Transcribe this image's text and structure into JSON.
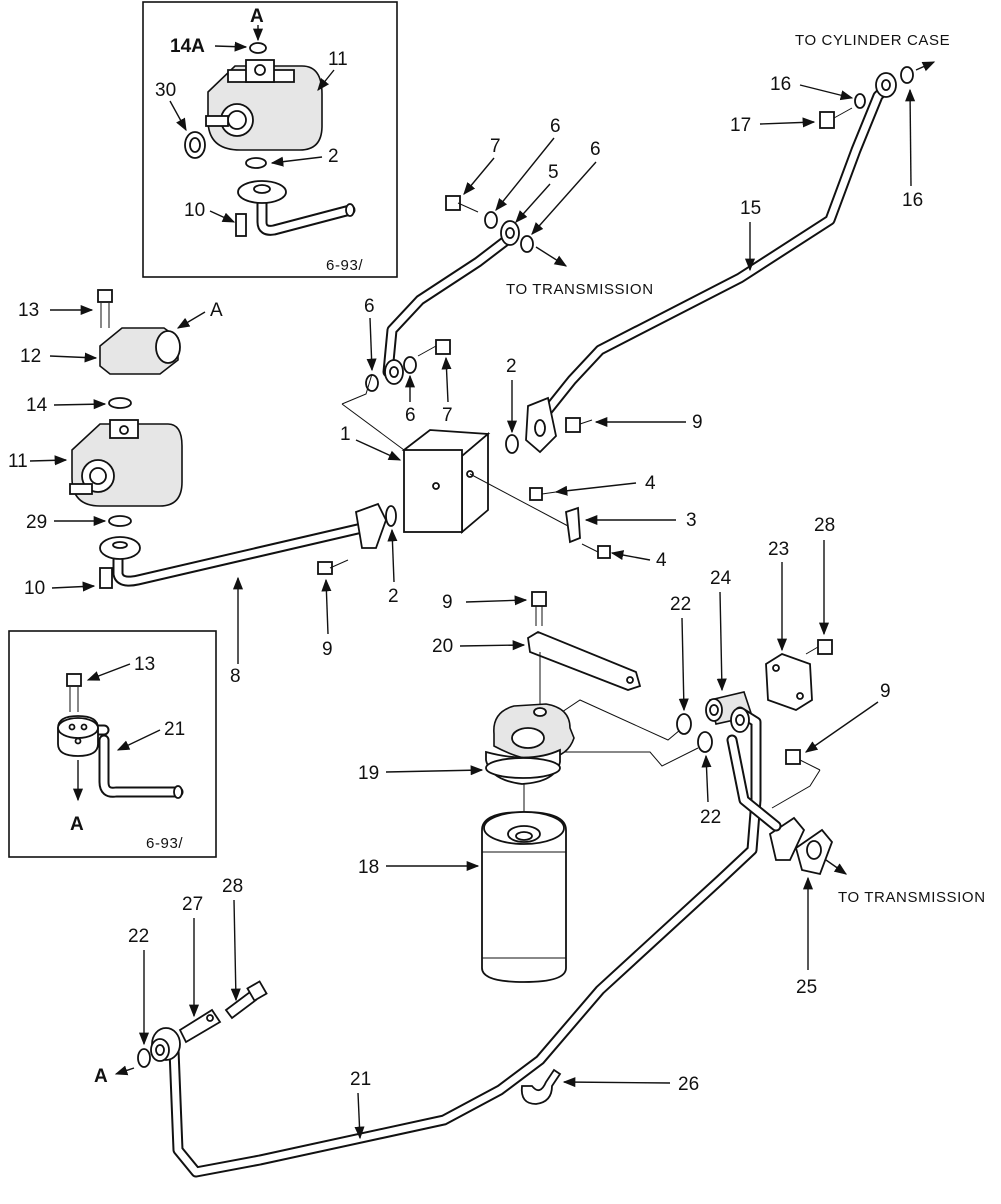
{
  "notes": {
    "to_cylinder_case": "TO CYLINDER CASE",
    "to_transmission_upper": "TO TRANSMISSION",
    "to_transmission_lower": "TO TRANSMISSION",
    "ref_upper_inset": "6-93/",
    "ref_lower_inset": "6-93/"
  },
  "callouts": {
    "a_top": "A",
    "n14a": "14A",
    "n11_inset": "11",
    "n30": "30",
    "n2_inset": "2",
    "n10_inset": "10",
    "n13_left": "13",
    "a_left": "A",
    "n12": "12",
    "n14": "14",
    "n11": "11",
    "n29": "29",
    "n10": "10",
    "n13_inset": "13",
    "n21_inset": "21",
    "a_inset": "A",
    "n7_top": "7",
    "n6_top_a": "6",
    "n5": "5",
    "n6_top_b": "6",
    "n6_mid_a": "6",
    "n6_mid_b": "6",
    "n7_mid": "7",
    "n16_top": "16",
    "n17": "17",
    "n16_right": "16",
    "n15": "15",
    "n2_right": "2",
    "n9_right": "9",
    "n1": "1",
    "n4_top": "4",
    "n3": "3",
    "n4_bot": "4",
    "n2_low": "2",
    "n9_left": "9",
    "n8": "8",
    "n9_mid": "9",
    "n20": "20",
    "n22_mid": "22",
    "n24": "24",
    "n23": "23",
    "n28_right": "28",
    "n9_low": "9",
    "n19": "19",
    "n22_low": "22",
    "n18": "18",
    "n25": "25",
    "n22_left": "22",
    "n27": "27",
    "n28_left": "28",
    "a_bottom": "A",
    "n21": "21",
    "n26": "26"
  }
}
